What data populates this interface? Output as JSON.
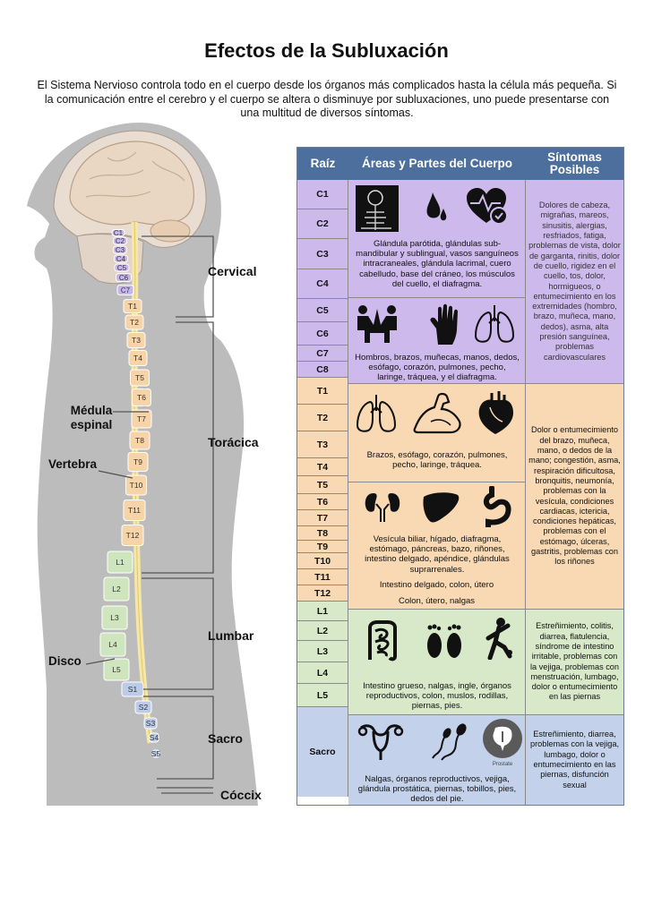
{
  "title": "Efectos de la Subluxación",
  "intro": "El Sistema Nervioso controla todo en el cuerpo desde los órganos más complicados hasta la célula más pequeña. Si la comunicación entre el cerebro y el cuerpo se altera o disminuye por subluxaciones, uno puede presentarse con una multitud de diversos síntomas.",
  "spine": {
    "regions": {
      "cervical": "Cervical",
      "toracica": "Torácica",
      "lumbar": "Lumbar",
      "sacro": "Sacro",
      "coccix": "Cóccix"
    },
    "parts": {
      "medula": "Médula espinal",
      "vertebra": "Vertebra",
      "disco": "Disco"
    },
    "vertebrae": [
      "C1",
      "C2",
      "C3",
      "C4",
      "C5",
      "C6",
      "C7",
      "T1",
      "T2",
      "T3",
      "T4",
      "T5",
      "T6",
      "T7",
      "T8",
      "T9",
      "T10",
      "T11",
      "T12",
      "L1",
      "L2",
      "L3",
      "L4",
      "L5",
      "S1",
      "S2",
      "S3",
      "S4",
      "S5"
    ]
  },
  "table": {
    "headers": {
      "root": "Raíz",
      "areas": "Áreas y Partes del Cuerpo",
      "symptoms": "Síntomas Posibles"
    },
    "roots": [
      "C1",
      "C2",
      "C3",
      "C4",
      "C5",
      "C6",
      "C7",
      "C8",
      "T1",
      "T2",
      "T3",
      "T4",
      "T5",
      "T6",
      "T7",
      "T8",
      "T9",
      "T10",
      "T11",
      "T12",
      "L1",
      "L2",
      "L3",
      "L4",
      "L5",
      "Sacro"
    ],
    "areas": {
      "c1_c4": "Glándula parótida, glándulas sub-mandibular y sublingual, vasos sanguíneos intracraneales, glándula lacrimal, cuero cabelludo, base del cráneo, los músculos del cuello, el diafragma.",
      "c5_c8": "Hombros, brazos, muñecas, manos, dedos, esófago, corazón, pulmones, pecho, laringe, tráquea, y el diafragma.",
      "t1_t4": "Brazos, esófago, corazón, pulmones, pecho, laringe, tráquea.",
      "t5_t10": "Vesícula biliar, hígado, diafragma, estómago, páncreas, bazo, riñones, intestino delgado, apéndice, glándulas suprarrenales.",
      "t11": "Intestino delgado, colon, útero",
      "t12": "Colon, útero, nalgas",
      "lumbar": "Intestino grueso, nalgas, ingle, órganos reproductivos, colon, muslos, rodillas, piernas, pies.",
      "sacro": "Nalgas, órganos reproductivos, vejiga, glándula prostática, piernas, tobillos, pies, dedos del pie."
    },
    "symptoms": {
      "cervical": "Dolores de cabeza, migrañas, mareos, sinusitis, alergias, resfriados, fatiga, problemas de vista, dolor de garganta, rinitis, dolor de cuello, rigidez en el cuello, tos, dolor, hormigueos, o entumecimiento en los extremidades (hombro, brazo, muñeca, mano, dedos), asma, alta presión sanguínea, problemas cardiovasculares",
      "toracica": "Dolor o entumecimiento del brazo, muñeca, mano, o dedos de la mano; congestión, asma, respiración dificultosa, bronquitis, neumonía, problemas con la vesícula, condiciones cardiacas, ictericia, condiciones hepáticas, problemas con el estómago, úlceras, gastritis, problemas con los riñones",
      "lumbar": "Estreñimiento, colitis, diarrea, flatulencia, síndrome de intestino irritable, problemas con la vejiga, problemas con menstruación, lumbago, dolor o entumecimiento en las piernas",
      "sacro": "Estreñimiento, diarrea, problemas con la vejiga, lumbago, dolor o entumecimiento en las piernas, disfunción sexual"
    },
    "icons": {
      "prostate_label": "Prostate"
    }
  }
}
